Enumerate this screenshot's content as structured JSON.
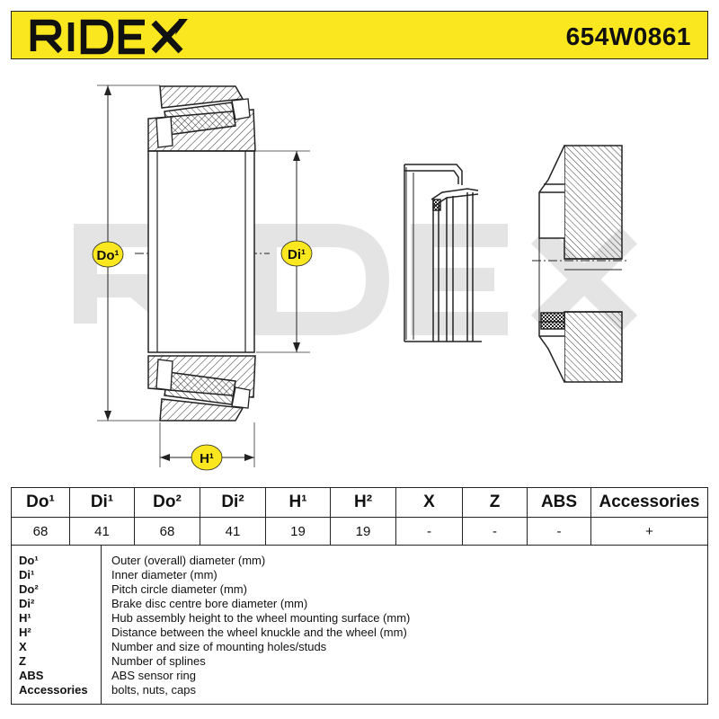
{
  "header": {
    "brand": "RIDEX",
    "part_number": "654W0861",
    "background_color": "#fbe71f"
  },
  "drawing": {
    "watermark_text": "RIDEX",
    "labels": {
      "do1": "Do¹",
      "di1": "Di¹",
      "h1": "H¹"
    }
  },
  "spec_table": {
    "headers": [
      "Do¹",
      "Di¹",
      "Do²",
      "Di²",
      "H¹",
      "H²",
      "X",
      "Z",
      "ABS",
      "Accessories"
    ],
    "values": [
      "68",
      "41",
      "68",
      "41",
      "19",
      "19",
      "-",
      "-",
      "-",
      "+"
    ]
  },
  "legend": {
    "rows": [
      {
        "code": "Do¹",
        "description": "Outer (overall) diameter (mm)"
      },
      {
        "code": "Di¹",
        "description": "Inner diameter (mm)"
      },
      {
        "code": "Do²",
        "description": "Pitch circle diameter (mm)"
      },
      {
        "code": "Di²",
        "description": "Brake disc centre bore diameter (mm)"
      },
      {
        "code": "H¹",
        "description": "Hub assembly height to the wheel mounting surface (mm)"
      },
      {
        "code": "H²",
        "description": "Distance between the wheel knuckle and the wheel (mm)"
      },
      {
        "code": "X",
        "description": "Number and size of mounting holes/studs"
      },
      {
        "code": "Z",
        "description": "Number of splines"
      },
      {
        "code": "ABS",
        "description": "ABS sensor ring"
      },
      {
        "code": "Accessories",
        "description": "bolts, nuts, caps"
      }
    ]
  }
}
